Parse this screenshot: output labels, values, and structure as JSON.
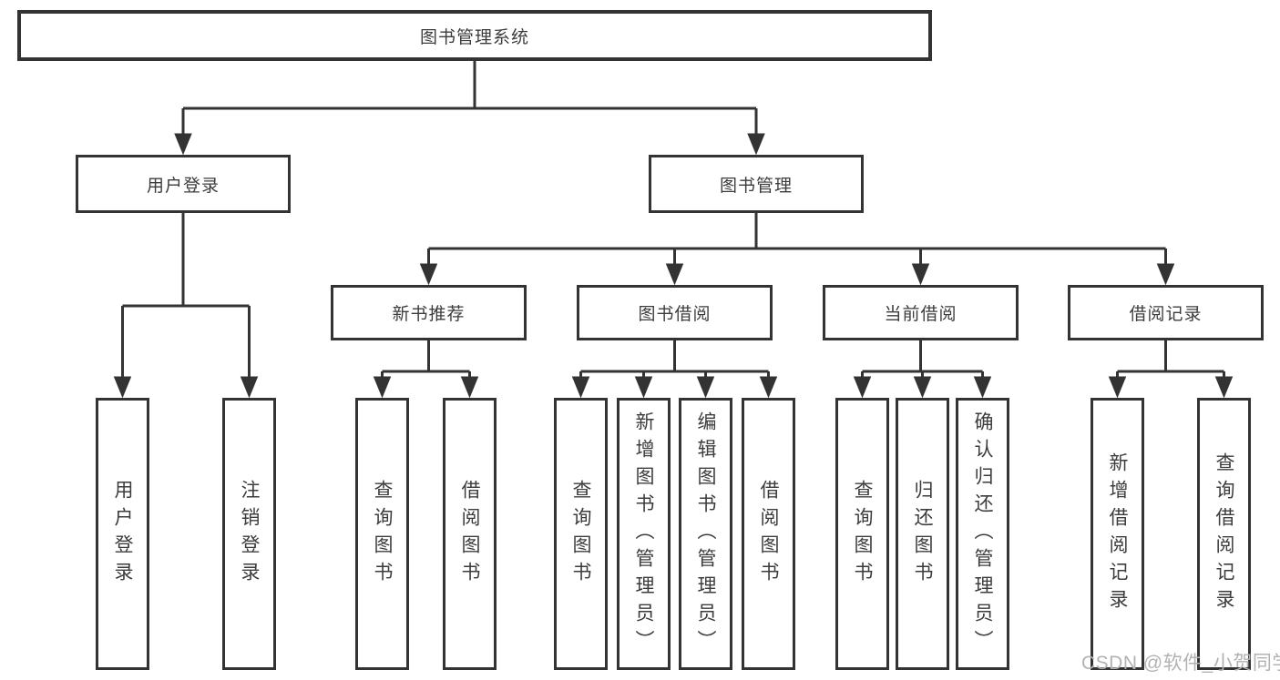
{
  "diagram": {
    "root": {
      "label": "图书管理系统"
    },
    "level2": [
      {
        "label": "用户登录"
      },
      {
        "label": "图书管理"
      }
    ],
    "level3": [
      {
        "label": "新书推荐"
      },
      {
        "label": "图书借阅"
      },
      {
        "label": "当前借阅"
      },
      {
        "label": "借阅记录"
      }
    ],
    "leaves": {
      "login": [
        {
          "label": "用户登录"
        },
        {
          "label": "注销登录"
        }
      ],
      "recommend": [
        {
          "label": "查询图书"
        },
        {
          "label": "借阅图书"
        }
      ],
      "borrow": [
        {
          "label": "查询图书"
        },
        {
          "label": "新增图书（管理员）"
        },
        {
          "label": "编辑图书（管理员）"
        },
        {
          "label": "借阅图书"
        }
      ],
      "current": [
        {
          "label": "查询图书"
        },
        {
          "label": "归还图书"
        },
        {
          "label": "确认归还（管理员）"
        }
      ],
      "records": [
        {
          "label": "新增借阅记录"
        },
        {
          "label": "查询借阅记录"
        }
      ]
    }
  },
  "watermark": {
    "text": "CSDN @软件_小贺同学"
  },
  "colors": {
    "line": "#333333",
    "box_border": "#333333",
    "text": "#3c3c3c",
    "background": "#ffffff",
    "watermark_text": "#b2b2b2"
  }
}
